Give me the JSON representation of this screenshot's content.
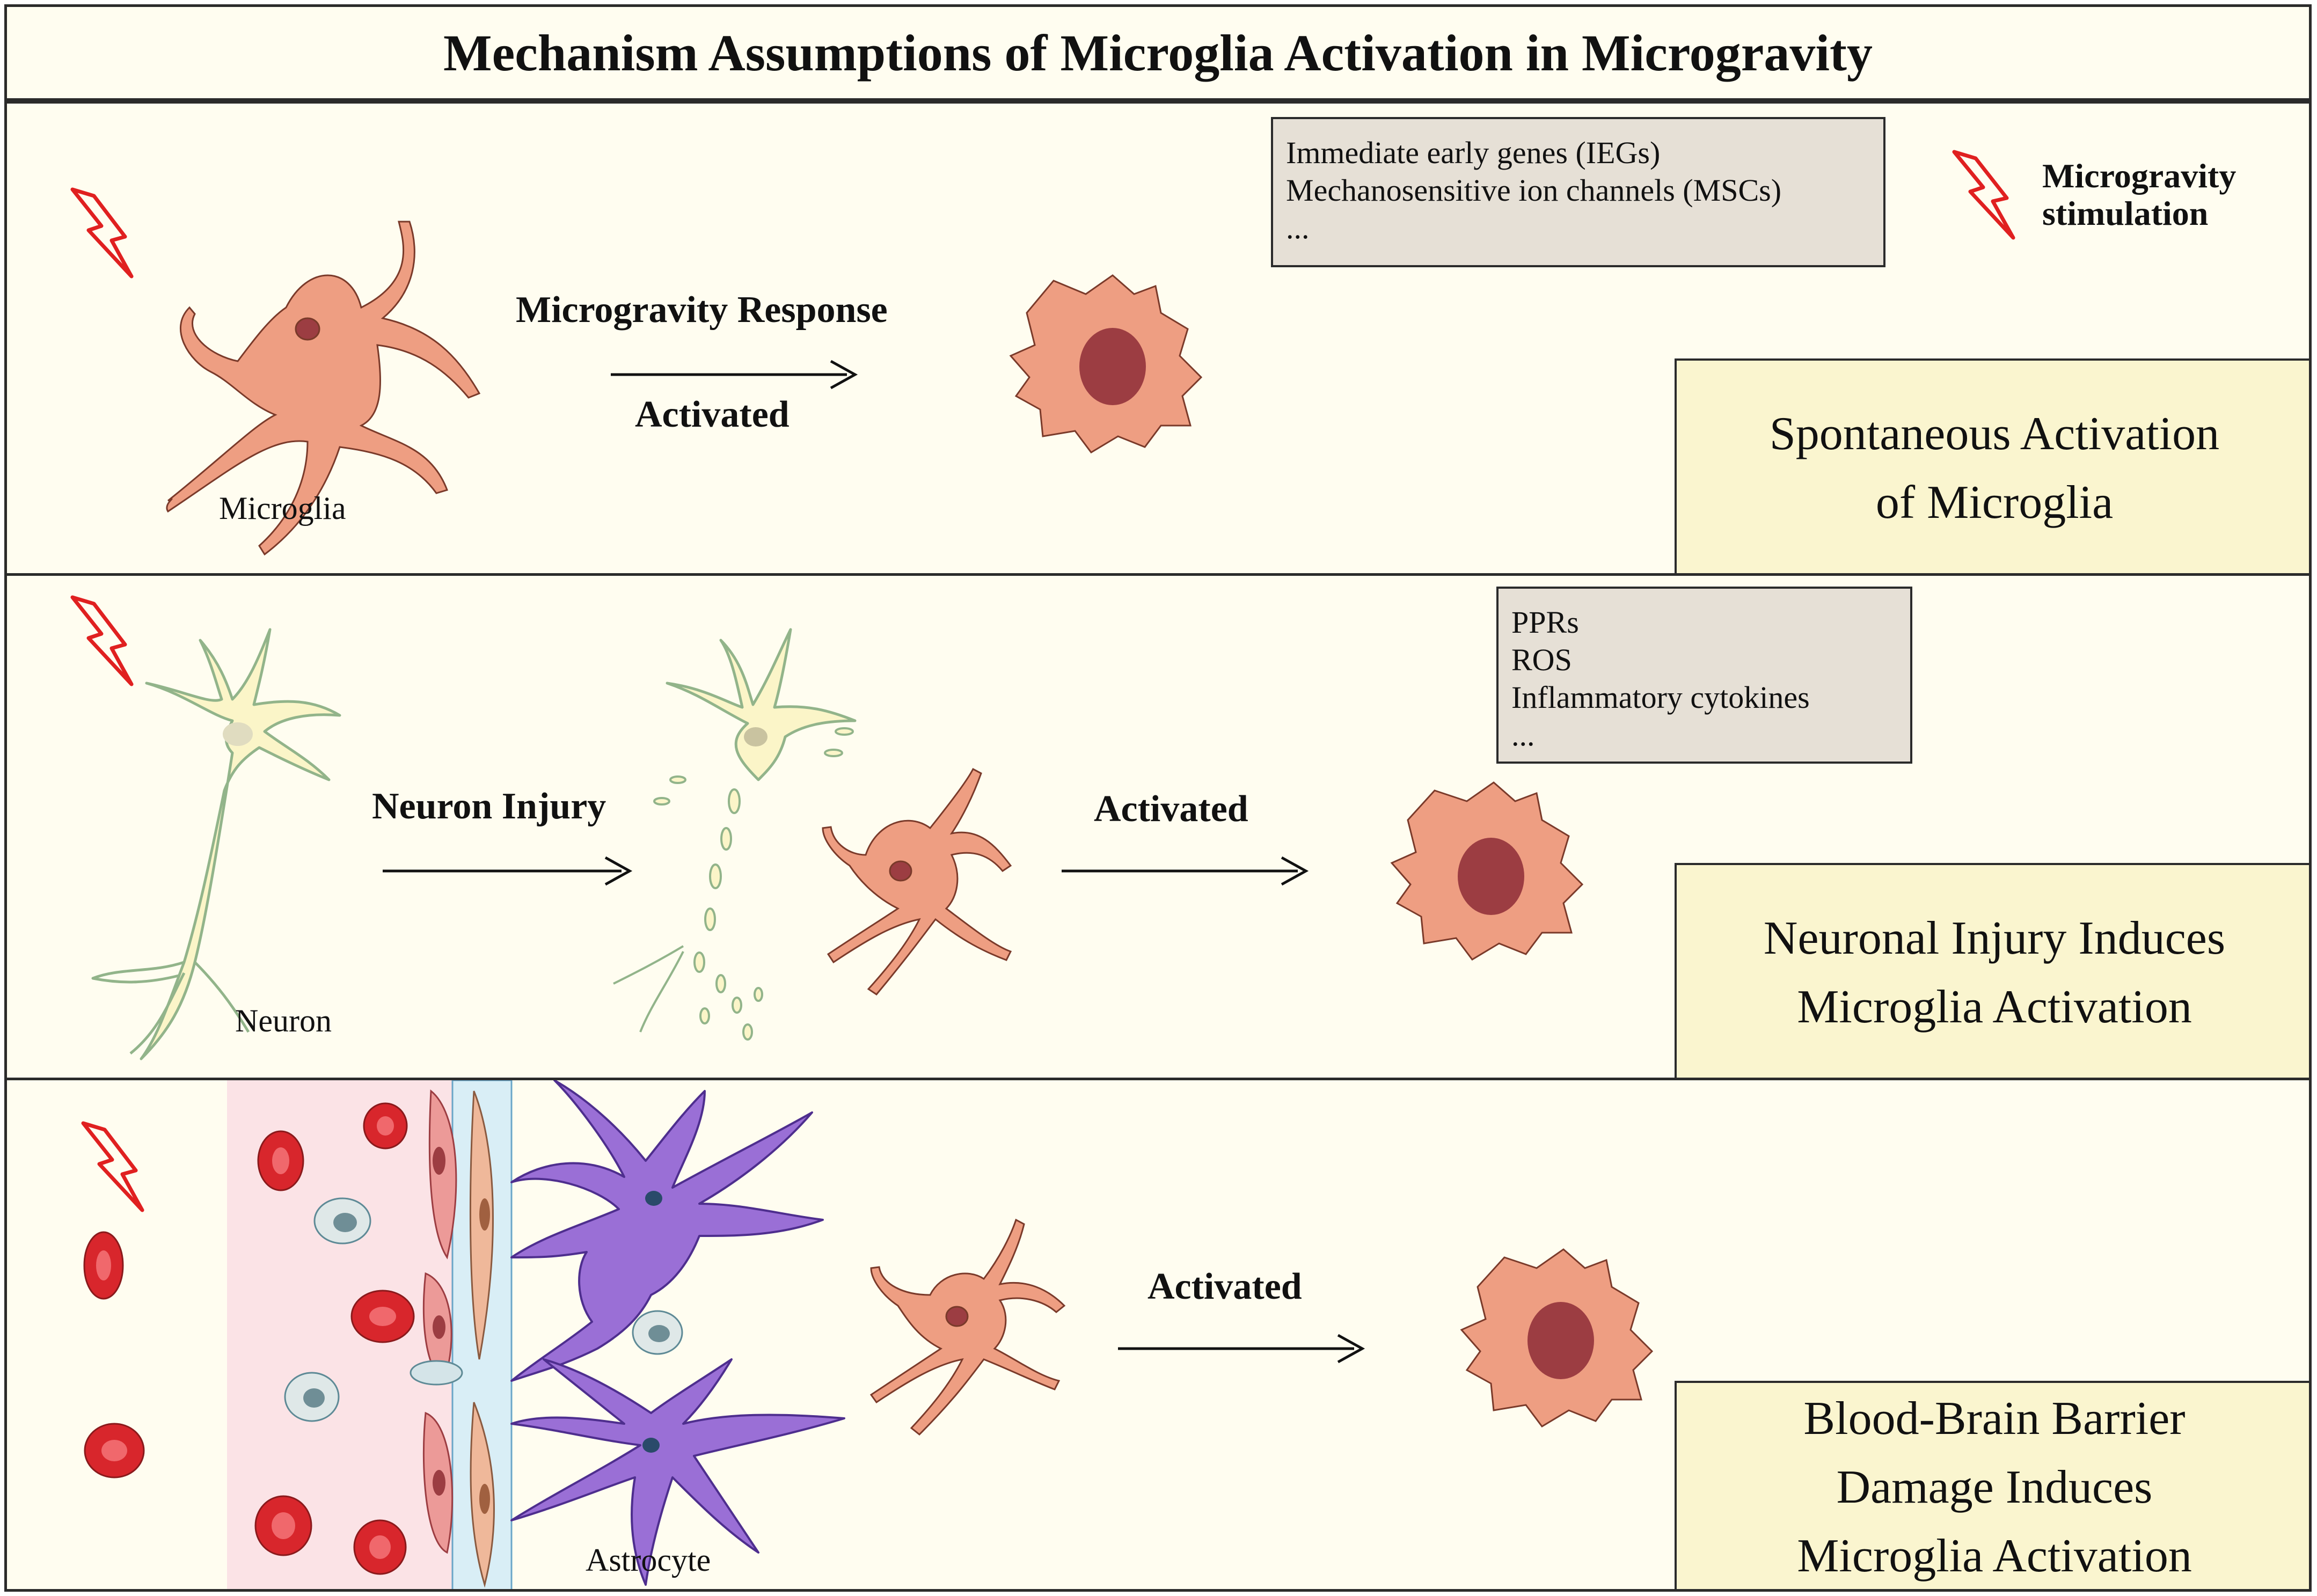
{
  "title": "Mechanism Assumptions of Microglia Activation in Microgravity",
  "legend": {
    "line1": "Microgravity",
    "line2": "stimulation"
  },
  "panel1": {
    "cell_label": "Microglia",
    "arrow_top": "Microgravity Response",
    "arrow_bottom": "Activated",
    "info": [
      "Immediate early genes (IEGs)",
      "Mechanosensitive ion channels (MSCs)",
      "..."
    ],
    "summary": [
      "Spontaneous Activation",
      "of Microglia"
    ]
  },
  "panel2": {
    "cell_label": "Neuron",
    "arrow1": "Neuron Injury",
    "arrow2": "Activated",
    "info": [
      "PPRs",
      "ROS",
      "Inflammatory cytokines",
      "..."
    ],
    "summary": [
      "Neuronal Injury Induces",
      "Microglia Activation"
    ]
  },
  "panel3": {
    "cell_label": "Astrocyte",
    "arrow": "Activated",
    "summary": [
      "Blood-Brain Barrier",
      "Damage Induces",
      "Microglia Activation"
    ]
  },
  "colors": {
    "background": "#fffdf0",
    "microglia": "#ee9e82",
    "microglia_nucleus": "#9c3d42",
    "neuron": "#fbf5c8",
    "neuron_outline": "#92b48a",
    "astrocyte": "#9a6fd6",
    "rbc": "#d8262c",
    "vessel": "#fbe3e6",
    "bolt": "#e02020",
    "info_box": "#e6e0d6",
    "summary_box": "#faf5cf"
  }
}
